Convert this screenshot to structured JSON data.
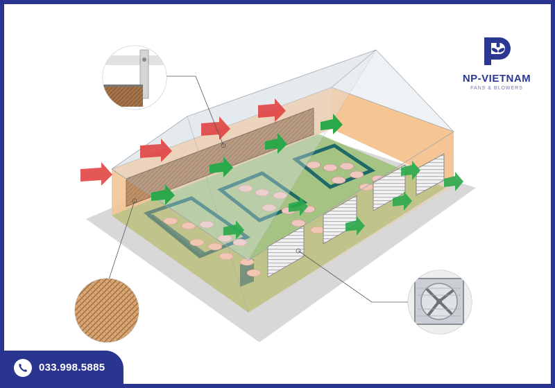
{
  "brand": {
    "name": "NP-VIETNAM",
    "tagline": "FANS & BLOWERS",
    "logo_icon": "fan-logo-icon",
    "color": "#2b3791"
  },
  "contact": {
    "phone": "033.998.5885",
    "icon": "phone-icon",
    "bar_color": "#2a3590"
  },
  "diagram": {
    "parts": [
      "cooling-pad",
      "exhaust-fan",
      "pig-pens",
      "airflow-arrows"
    ],
    "colors": {
      "hot_air": "#e03a3a",
      "cool_air": "#2aa84a",
      "floor": "#8fb46a",
      "wall": "#f4c89a",
      "pad": "#a5744a"
    }
  }
}
